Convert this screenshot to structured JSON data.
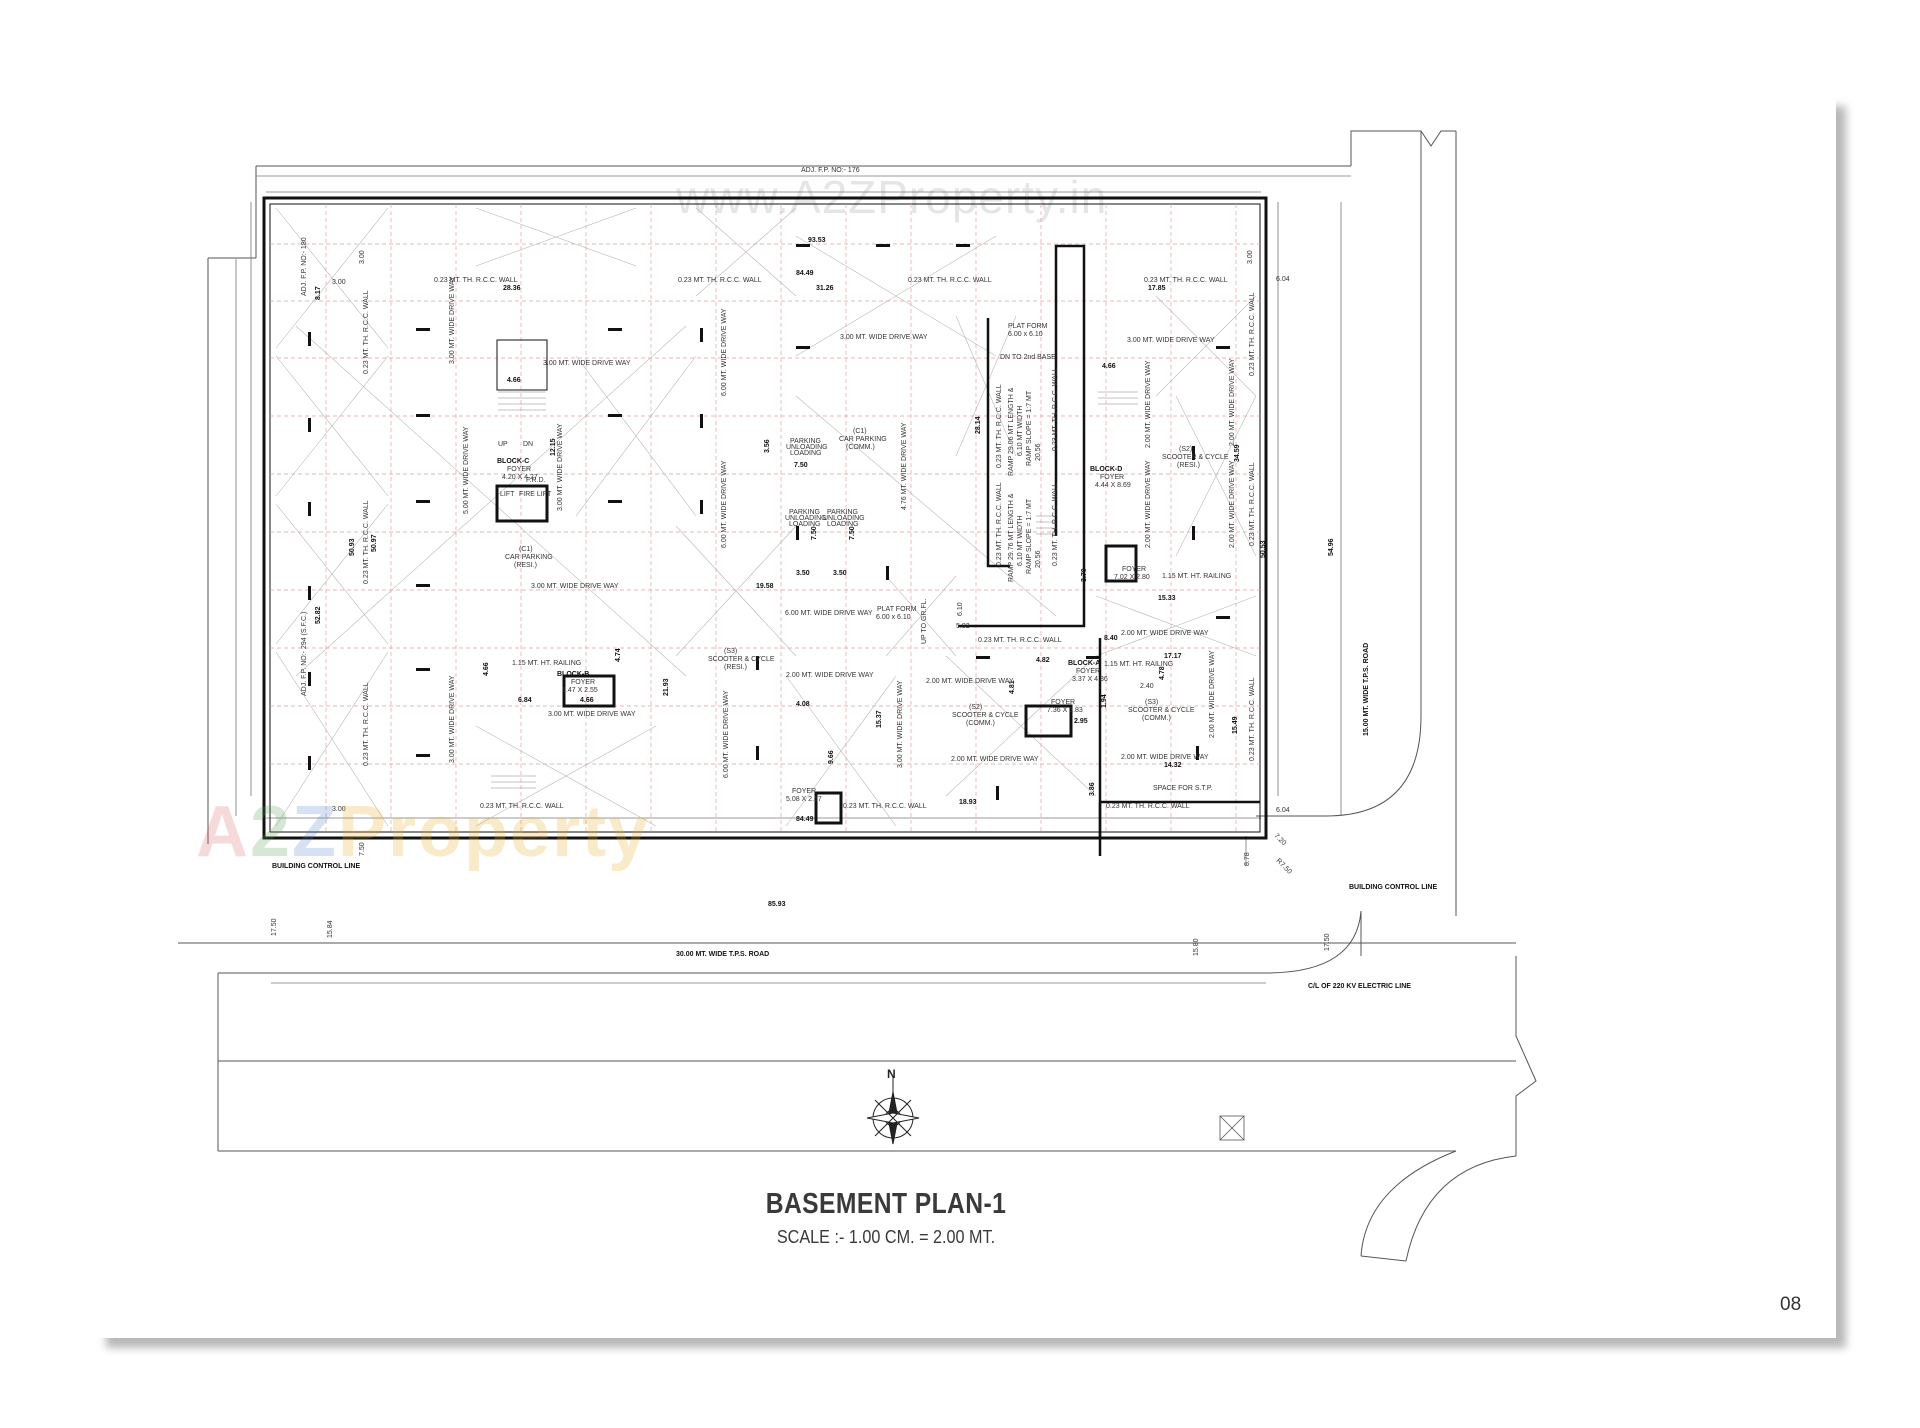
{
  "drawing": {
    "title": "BASEMENT PLAN-1",
    "scale": "SCALE :- 1.00 CM. = 2.00 MT.",
    "page_number": "08",
    "north_label": "N",
    "watermark_url": "www.A2ZProperty.in",
    "watermark_logo": [
      "A",
      "2",
      "Z",
      "Property"
    ]
  },
  "site": {
    "adj_top": "ADJ. F.P. NO:- 176",
    "adj_left_top": "ADJ. F.P. NO:- 180",
    "adj_left": "ADJ. F.P. NO:- 294 (S.F.C.)",
    "building_control_line_left": "BUILDING CONTROL LINE",
    "building_control_line_right": "BUILDING CONTROL LINE",
    "road_main": "30.00 MT. WIDE T.P.S. ROAD",
    "road_side": "15.00 MT. WIDE T.P.S. ROAD",
    "electric_line": "C/L OF 220 KV ELECTRIC LINE"
  },
  "dimensions": {
    "top_overall": "93.53",
    "top_inner": "84.49",
    "bottom_inner": "84.49",
    "road_length": "85.93",
    "left_8_17": "8.17",
    "left_52_82": "52.82",
    "left_50_93": "50.93",
    "left_50_97": "50.97",
    "right_54_96": "54.96",
    "right_50_53": "50.53",
    "offset_3_top_left": "3.00",
    "offset_3_top": "3.00",
    "offset_3_top_right": "3.00",
    "offset_3_bottom_left": "3.00",
    "offset_6_04_top": "6.04",
    "offset_6_04_bottom": "6.04",
    "d_7_50": "7.50",
    "d_8_78": "8.78",
    "d_7_20": "7.20",
    "d_r7_50": "R7.50",
    "d_17_50_left": "17.50",
    "d_15_84": "15.84",
    "d_15_80": "15.80",
    "d_17_50_right": "17.50",
    "d_28_36": "28.36",
    "d_31_26": "31.26",
    "d_17_85": "17.85",
    "d_19_58": "19.58",
    "d_21_93": "21.93",
    "d_15_37": "15.37",
    "d_18_93": "18.93",
    "d_15_33": "15.33",
    "d_17_17": "17.17",
    "d_14_32": "14.32",
    "d_15_49": "15.49",
    "d_34_59": "34.59",
    "d_28_14": "28.14",
    "d_12_15": "12.15",
    "d_3_50_a": "3.50",
    "d_3_50_b": "3.50",
    "d_7_50_a": "7.50",
    "d_7_50_b": "7.50",
    "d_7_50_c": "7.50",
    "d_3_56": "3.56",
    "d_9_66": "9.66",
    "d_3_86": "3.86",
    "d_8_40": "8.40",
    "d_3_70": "3.70",
    "d_6_84": "6.84",
    "d_4_66_a": "4.66",
    "d_4_66_b": "4.66",
    "d_4_66_c": "4.66",
    "d_4_66_d": "4.66",
    "d_4_74": "4.74",
    "d_4_82": "4.82",
    "d_4_81": "4.81",
    "d_2_95": "2.95",
    "d_1_94": "1.94",
    "d_4_78": "4.78",
    "d_2_40": "2.40",
    "d_4_08": "4.08",
    "d_6_10": "6.10",
    "d_5_92": "5.92"
  },
  "labels": {
    "wall_top_1": "0.23 MT. TH. R.C.C. WALL",
    "wall_top_2": "0.23 MT. TH. R.C.C. WALL",
    "wall_top_3": "0.23 MT. TH. R.C.C. WALL",
    "wall_top_4": "0.23 MT. TH. R.C.C. WALL",
    "wall_bottom_1": "0.23 MT. TH. R.C.C. WALL",
    "wall_bottom_2": "0.23 MT. TH. R.C.C. WALL",
    "wall_bottom_3": "0.23 MT. TH. R.C.C. WALL",
    "wall_mid": "0.23 MT. TH. R.C.C. WALL",
    "wall_left_1": "0.23 MT. TH. R.C.C. WALL",
    "wall_left_2": "0.23 MT. TH. R.C.C. WALL",
    "wall_left_3": "0.23 MT. TH. R.C.C. WALL",
    "wall_right_1": "0.23 MT. TH. R.C.C. WALL",
    "wall_right_2": "0.23 MT. TH. R.C.C. WALL",
    "wall_right_3": "0.23 MT. TH. R.C.C. WALL",
    "wall_ramp_1": "0.23 MT. TH. R.C.C. WALL",
    "wall_ramp_2": "0.23 MT. TH. R.C.C. WALL",
    "wall_ramp_3": "0.23 MT. TH. R.C.C. WALL",
    "wall_ramp_4": "0.23 MT. TH. R.C.C. WALL",
    "drive_3_top_left": "3.00 MT. WIDE DRIVE WAY",
    "drive_3_top_mid": "3.00 MT. WIDE DRIVE WAY",
    "drive_3_top_right": "3.00 MT. WIDE DRIVE WAY",
    "drive_3_left_v1": "3.00 MT. WIDE DRIVE WAY",
    "drive_3_left_v2": "3.00 MT. WIDE DRIVE WAY",
    "drive_3_left_v3": "3.00 MT. WIDE DRIVE WAY",
    "drive_5_left": "5.00 MT. WIDE DRIVE WAY",
    "drive_3_mid_left": "3.00 MT. WIDE DRIVE WAY",
    "drive_3_lower_left": "3.00 MT. WIDE DRIVE WAY",
    "drive_6_v1": "6.00 MT. WIDE DRIVE WAY",
    "drive_6_v2": "6.00 MT. WIDE DRIVE WAY",
    "drive_6_v3": "6.00 MT. WIDE DRIVE WAY",
    "drive_6_h": "6.00 MT. WIDE DRIVE WAY",
    "drive_4_76": "4.76 MT. WIDE DRIVE WAY",
    "drive_3_v_center": "3.00 MT. WIDE DRIVE WAY",
    "drive_2_center": "2.00 MT. WIDE DRIVE WAY",
    "drive_2_lower": "2.00 MT. WIDE DRIVE WAY",
    "drive_2_bottom": "2.00 MT. WIDE DRIVE WAY",
    "drive_2_right_h1": "2.00 MT. WIDE DRIVE WAY",
    "drive_2_right_h2": "2.00 MT. WIDE DRIVE WAY",
    "drive_2_right_v1": "2.00 MT. WIDE DRIVE WAY",
    "drive_2_right_v2": "2.00 MT. WIDE DRIVE WAY",
    "drive_2_right_v3": "2.00 MT. WIDE DRIVE WAY",
    "drive_2_right_v4": "2.00 MT. WIDE DRIVE WAY",
    "drive_2_right_v5": "2.00 MT. WIDE DRIVE WAY",
    "car_parking_c1_left": "(C1)",
    "car_parking_c1_left_2": "CAR PARKING",
    "car_parking_c1_left_3": "(RESI.)",
    "car_parking_c1_mid": "(C1)",
    "car_parking_c1_mid_2": "CAR PARKING",
    "car_parking_c1_mid_3": "(COMM.)",
    "parking_unload_1": "PARKING",
    "parking_unload_1b": "UNLOADING",
    "parking_unload_1c": "LOADING",
    "parking_unload_2": "PARKING",
    "parking_unload_2b": "UNLOADING",
    "parking_unload_2c": "LOADING",
    "parking_unload_3": "PARKING",
    "parking_unload_3b": "UNLOADING",
    "parking_unload_3c": "LOADING",
    "scooter_s3_mid": "(S3)",
    "scooter_s3_mid_2": "SCOOTER & CYCLE",
    "scooter_s3_mid_3": "(RESI.)",
    "scooter_s2_center": "(S2)",
    "scooter_s2_center_2": "SCOOTER & CYCLE",
    "scooter_s2_center_3": "(COMM.)",
    "scooter_s3_right": "(S3)",
    "scooter_s3_right_2": "SCOOTER & CYCLE",
    "scooter_s3_right_3": "(COMM.)",
    "scooter_s2_top_right": "(S2)",
    "scooter_s2_top_right_2": "SCOOTER & CYCLE",
    "scooter_s2_top_right_3": "(RESI.)",
    "platform_top": "PLAT FORM",
    "platform_top_dim": "6.00 x 6.10",
    "platform_mid": "PLAT FORM",
    "platform_mid_dim": "6.00 x 6.10",
    "dn_2nd_base": "DN TO 2nd BASE.",
    "up_gr_fl": "UP TO GR.FL.",
    "ramp_1a": "RAMP 29.06 MT LENGTH &",
    "ramp_1b": "6.10 MT WIDTH",
    "ramp_1c": "RAMP SLOPE = 1:7 MT",
    "ramp_2a": "RAMP 29.76 MT LENGTH &",
    "ramp_2b": "6.10 MT WIDTH",
    "ramp_2c": "RAMP SLOPE = 1:7 MT",
    "ramp_dim_1": "20.56",
    "ramp_dim_2": "20.56",
    "stp": "SPACE FOR S.T.P.",
    "block_a": "BLOCK-A",
    "block_a_foyer": "FOYER",
    "block_a_foyer_dim": "3.37 X 4.36",
    "block_a_foyer2": "FOYER",
    "block_a_foyer2_dim": "7.36 X 1.83",
    "block_b": "BLOCK-B",
    "block_b_foyer": "FOYER",
    "block_b_foyer_dim": "6.47 X 2.55",
    "block_c": "BLOCK-C",
    "block_c_foyer": "FOYER",
    "block_c_foyer_dim": "4.20 X 4.27",
    "block_d": "BLOCK-D",
    "block_d_foyer": "FOYER",
    "block_d_foyer_dim": "4.44 X 8.69",
    "block_d_foyer2": "FOYER",
    "block_d_foyer2_dim": "7.02 X 2.80",
    "ht_railing": "1.15 MT. HT. RAILING",
    "ht_railing_2": "1.15 MT. HT. RAILING",
    "ht_railing_3": "1.15 MT. HT. RAILING",
    "foyer_bottom": "FOYER",
    "foyer_bottom_dim": "5.08 X 2.57",
    "lift": "LIFT",
    "fire_lift": "FIRE LIFT",
    "frd": "F.R.D.",
    "up": "UP",
    "dn": "DN"
  }
}
